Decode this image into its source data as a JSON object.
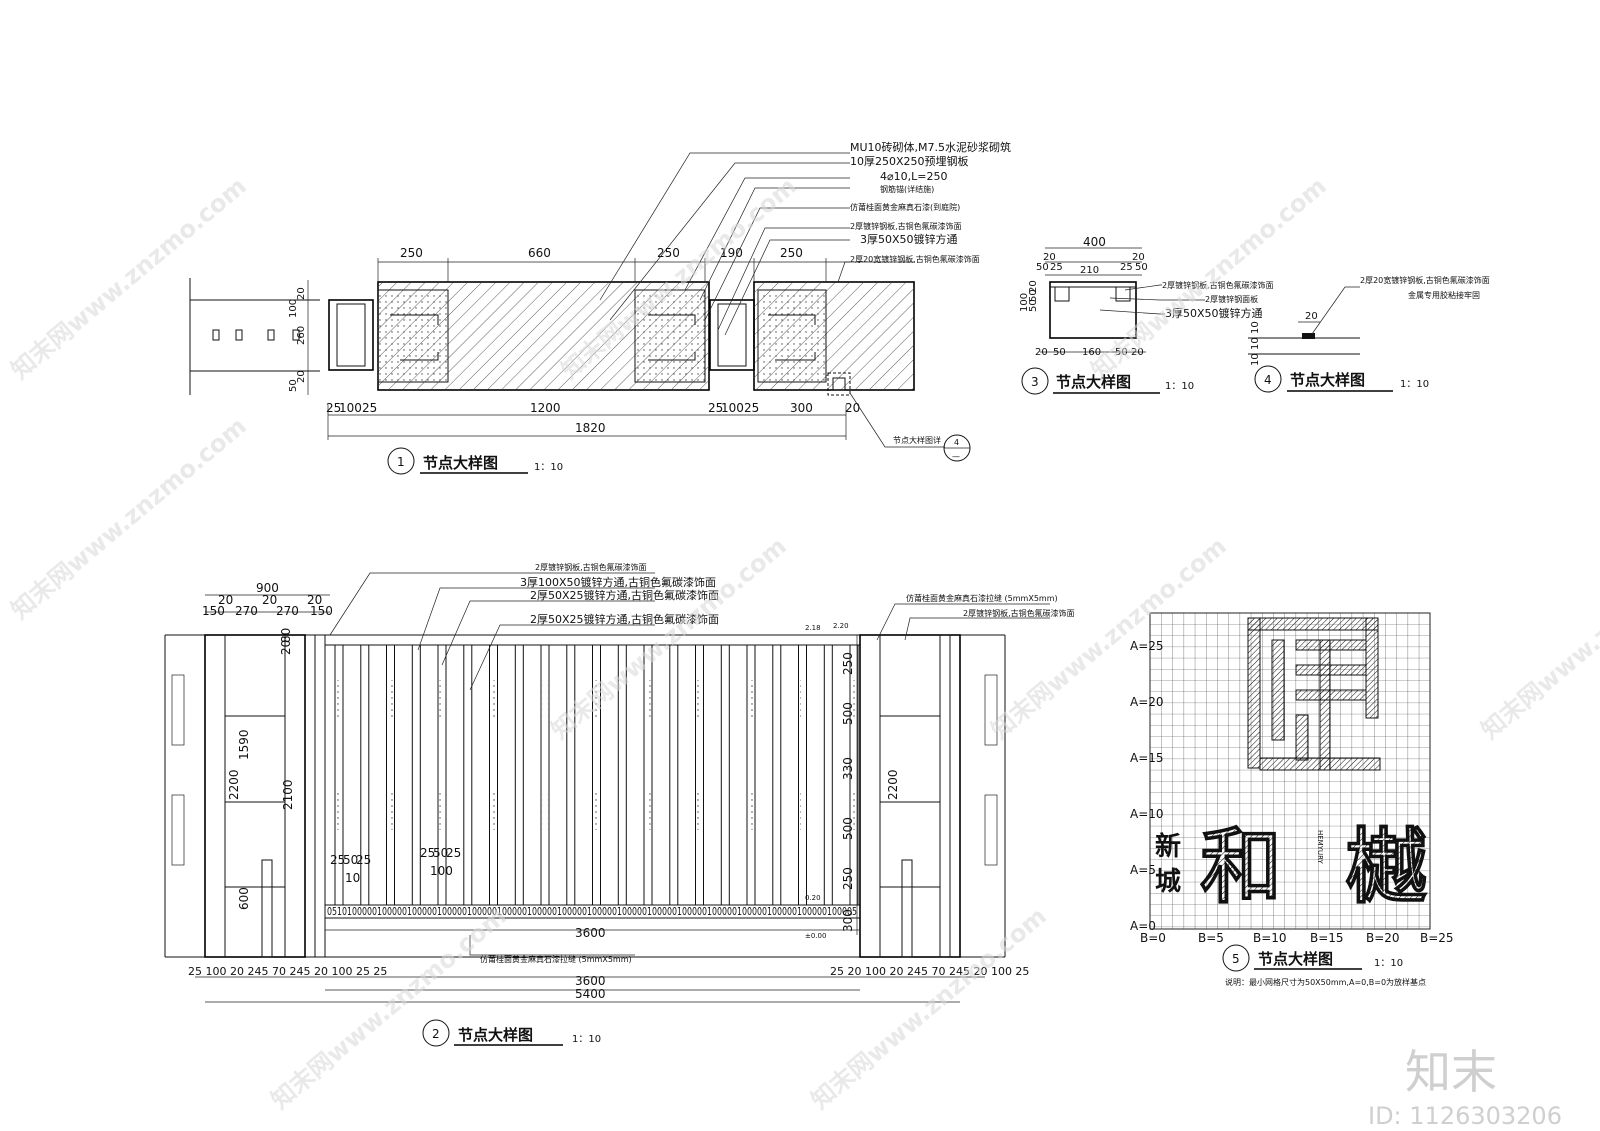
{
  "detail1": {
    "number": "1",
    "title": "节点大样图",
    "scale": "1：10",
    "dims_top": [
      "250",
      "660",
      "250",
      "190",
      "250"
    ],
    "dims_bottom_1": "25",
    "dims_bottom_2": "100",
    "dims_bottom_3": "25",
    "dims_bottom_mid": "1200",
    "dims_bottom_r1": "25",
    "dims_bottom_r2": "100",
    "dims_bottom_r3": "25",
    "dims_bottom_r4": "300",
    "dims_bottom_r5": "20",
    "dims_total": "1820",
    "dims_left": [
      "20",
      "100",
      "260",
      "20",
      "50"
    ],
    "notes": [
      "MU10砖砌体,M7.5水泥砂浆砌筑",
      "10厚250X250预埋钢板",
      "4⌀10,L=250",
      "钢筋锚(详结施)",
      "仿莆桂面黄金麻真石漆(到庭院)",
      "2厚镀锌钢板,古铜色氟碳漆饰面",
      "3厚50X50镀锌方通",
      "2厚20宽镀锌钢板,古铜色氟碳漆饰面"
    ],
    "callout_text": "节点大样图详",
    "callout_num": "4",
    "callout_sub": "—"
  },
  "detail3": {
    "number": "3",
    "title": "节点大样图",
    "scale": "1：10",
    "dim_top": "400",
    "dims_top2": [
      "20",
      "50",
      "25",
      "20",
      "25",
      "50"
    ],
    "dims_left": [
      "20",
      "100",
      "50",
      "50"
    ],
    "dims_bottom": [
      "20",
      "50",
      "160",
      "50",
      "20"
    ],
    "dim_mid": "210",
    "notes": [
      "2厚镀锌钢板,古铜色氟碳漆饰面",
      "2厚镀锌钢面板",
      "3厚50X50镀锌方通"
    ]
  },
  "detail4": {
    "number": "4",
    "title": "节点大样图",
    "scale": "1：10",
    "dim_top": "20",
    "dims_left": [
      "10",
      "10",
      "10"
    ],
    "notes": [
      "2厚20宽镀锌钢板,古铜色氟碳漆饰面",
      "金属专用胶粘接牢固"
    ]
  },
  "detail2": {
    "number": "2",
    "title": "节点大样图",
    "scale": "1：10",
    "dim_900": "900",
    "dims_top": [
      "20",
      "20",
      "20",
      "150",
      "270",
      "270",
      "150"
    ],
    "dims_left": [
      "2200",
      "1590",
      "2100",
      "600"
    ],
    "dims_small": [
      "80",
      "20"
    ],
    "dims_right": [
      "250",
      "500",
      "330",
      "500",
      "250",
      "300"
    ],
    "dim_right_total": "2200",
    "small_label_a": "25",
    "small_label_b": "50",
    "small_label_c": "25",
    "small_label_d": "10",
    "small_label_e": "25",
    "small_label_f": "50",
    "small_label_g": "25",
    "small_label_h": "100",
    "row_dims": "0510100000100000100000100000100000100000100000100000100000100000100000100000100000100000100000100000100005",
    "dim_3600_a": "3600",
    "dim_3600_b": "3600",
    "dim_5400": "5400",
    "bottom_left": "25 100 20 245 70 245 20 100 25 25",
    "bottom_right": "25 20 100 20 245 70 245 20 100 25",
    "level_a": "2.18",
    "level_b": "2.20",
    "level_c": "0.20",
    "level_d": "±0.00",
    "notes": [
      "2厚镀锌钢板,古铜色氟碳漆饰面",
      "3厚100X50镀锌方通,古铜色氟碳漆饰面",
      "2厚50X25镀锌方通,古铜色氟碳漆饰面",
      "2厚50X25镀锌方通,古铜色氟碳漆饰面",
      "仿莆桂面黄金麻真石漆拉缝 (5mmX5mm)",
      "2厚镀锌钢板,古铜色氟碳漆饰面",
      "仿莆桂面黄金麻真石漆拉缝 (5mmX5mm)"
    ]
  },
  "detail5": {
    "number": "5",
    "title": "节点大样图",
    "scale": "1：10",
    "a_labels": [
      "A=25",
      "A=20",
      "A=15",
      "A=10",
      "A=5",
      "A=0"
    ],
    "b_labels": [
      "B=0",
      "B=5",
      "B=10",
      "B=15",
      "B=20",
      "B=25"
    ],
    "note": "说明：最小网格尺寸为50X50mm,A=0,B=0为放样基点",
    "char_left_top": "新",
    "char_left_bottom": "城",
    "char_main_1": "和",
    "char_main_2": "樾",
    "small_vertical": "HEMYURY"
  },
  "watermark": {
    "text": "知末网www.znzmo.com",
    "brand": "知末",
    "id": "ID: 1126303206"
  }
}
